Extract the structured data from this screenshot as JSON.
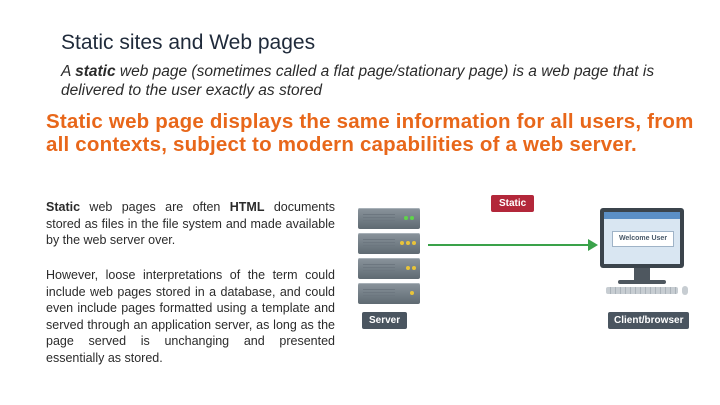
{
  "slide": {
    "title": "Static sites and Web pages",
    "subtitle_pre": "A ",
    "subtitle_bold": "static",
    "subtitle_post": " web page (sometimes called a flat page/stationary page) is a web page that is delivered to the user exactly as stored",
    "headline": "Static web page displays the same information for all users, from all contexts, subject to modern capabilities of a web server.",
    "para1_bold1": "Static",
    "para1_mid": " web pages are often ",
    "para1_bold2": "HTML",
    "para1_end": " documents stored as files in the file system and made available by the web server over.",
    "para2": "However, loose interpretations of the term could include web pages stored in a database, and could even include pages formatted using a template and served through an application server, as long as the page served is unchanging and presented essentially as stored."
  },
  "diagram": {
    "static_label": "Static",
    "server_label": "Server",
    "client_label": "Client/browser",
    "screen_text": "Welcome User",
    "colors": {
      "accent": "#e8671a",
      "arrow": "#3aa24a",
      "badge": "#b3273a"
    }
  }
}
